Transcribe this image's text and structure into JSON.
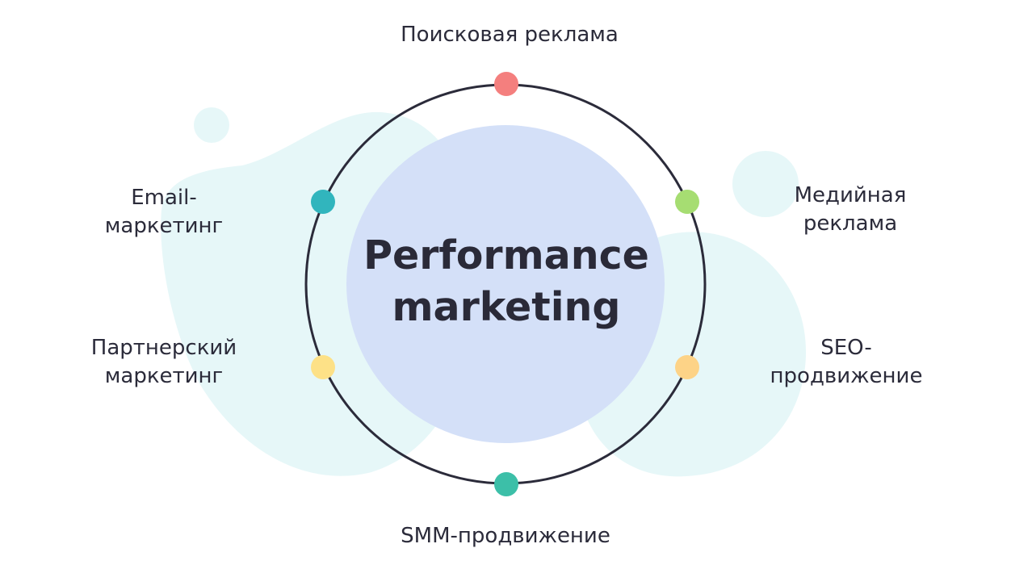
{
  "center": {
    "line1": "Performance",
    "line2": "marketing"
  },
  "channels": [
    {
      "id": "search",
      "lines": [
        "Поисковая реклама"
      ],
      "color": "#f47f7e"
    },
    {
      "id": "media",
      "lines": [
        "Медийная",
        "реклама"
      ],
      "color": "#a6dd72"
    },
    {
      "id": "seo",
      "lines": [
        "SEO-",
        "продвижение"
      ],
      "color": "#fdd387"
    },
    {
      "id": "smm",
      "lines": [
        "SMM-продвижение"
      ],
      "color": "#3cbfa8"
    },
    {
      "id": "partner",
      "lines": [
        "Партнерский",
        "маркетинг"
      ],
      "color": "#fde187"
    },
    {
      "id": "email",
      "lines": [
        "Email-",
        "маркетинг"
      ],
      "color": "#31b5bd"
    }
  ],
  "colors": {
    "ring": "#2b2b3a",
    "center_fill": "#d4e0f8",
    "blob_fill": "#e6f7f8"
  }
}
